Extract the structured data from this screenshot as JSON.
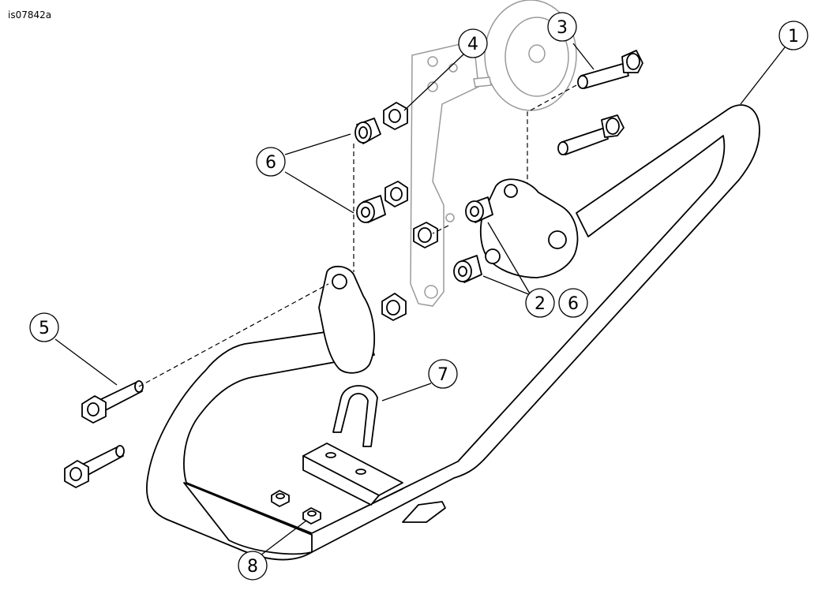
{
  "figure_id": "is07842a",
  "callouts": [
    {
      "label": "1"
    },
    {
      "label": "2"
    },
    {
      "label": "3"
    },
    {
      "label": "4"
    },
    {
      "label": "5"
    },
    {
      "label": "6"
    },
    {
      "label": "7"
    },
    {
      "label": "8"
    },
    {
      "label": "6"
    }
  ]
}
